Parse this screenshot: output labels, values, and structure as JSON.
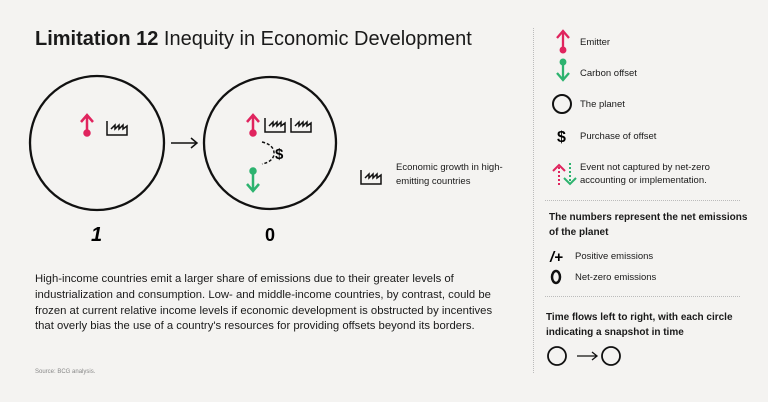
{
  "title": {
    "bold": "Limitation 12",
    "rest": "Inequity in Economic Development"
  },
  "diagram": {
    "snapshot_1_number": "1",
    "snapshot_2_number": "0",
    "factory_label": "Economic growth in high-emitting countries",
    "dollar": "$"
  },
  "paragraph": "High-income countries emit a larger share of emissions due to their greater levels of industrialization and consumption. Low- and middle-income countries, by contrast, could be frozen at current relative income levels if economic development is obstructed by incentives that overly bias the use of a country's resources for providing offsets beyond its borders.",
  "source": "Source: BCG analysis.",
  "legend": {
    "items": [
      "Emitter",
      "Carbon offset",
      "The planet",
      "Purchase of offset",
      "Event not captured by net-zero accounting or implementation."
    ],
    "numbers_heading": "The numbers represent the net emissions of the planet",
    "number_items": [
      {
        "glyph": "1+",
        "label": "Positive emissions"
      },
      {
        "glyph": "0",
        "label": "Net-zero emissions"
      }
    ],
    "time_heading": "Time flows left to right, with each circle indicating a snapshot in time"
  },
  "colors": {
    "emitter": "#e0245e",
    "offset": "#2db36f",
    "background": "#f4f3f1"
  }
}
